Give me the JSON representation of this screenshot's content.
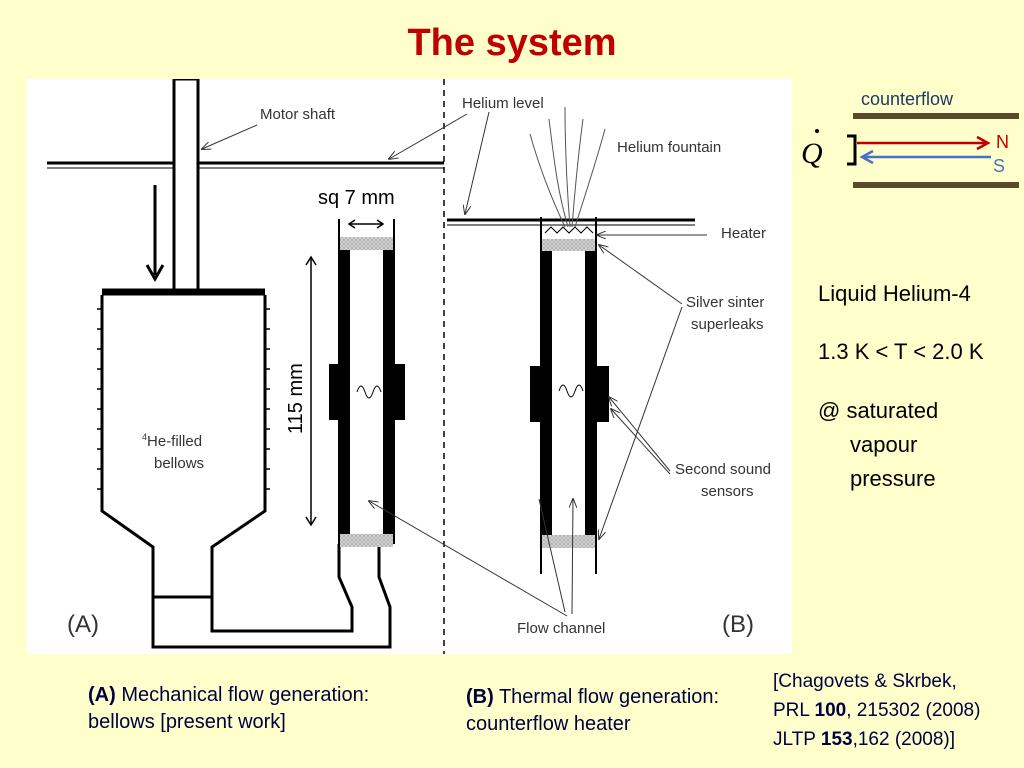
{
  "slide": {
    "title": "The system"
  },
  "diagram": {
    "motor_shaft": "Motor shaft",
    "helium_level": "Helium level",
    "helium_fountain": "Helium fountain",
    "heater": "Heater",
    "silver_sinter_line1": "Silver sinter",
    "silver_sinter_line2": "superleaks",
    "second_sound_line1": "Second sound",
    "second_sound_line2": "sensors",
    "flow_channel": "Flow channel",
    "bellows_sup": "4",
    "bellows_line1": "He-filled",
    "bellows_line2": "bellows",
    "size_label": "sq 7 mm",
    "length_label": "115 mm",
    "panel_a": "(A)",
    "panel_b": "(B)"
  },
  "counterflow": {
    "title": "counterflow",
    "heat_symbol": "Q",
    "normal_label": "N",
    "super_label": "S",
    "colors": {
      "normal": "#c00000",
      "super": "#4472c4",
      "walls": "#5a4a2a",
      "title": "#1f3864"
    }
  },
  "info": {
    "line1": "Liquid Helium-4",
    "line2": "1.3 K < T < 2.0 K",
    "line3": "@ saturated",
    "line4": "vapour",
    "line5": "pressure"
  },
  "captions": {
    "a_prefix": "(A)",
    "a_text1": " Mechanical flow generation:",
    "a_text2": "bellows [present work]",
    "b_prefix": "(B)",
    "b_text1": " Thermal flow generation:",
    "b_text2": "counterflow heater"
  },
  "reference": {
    "line1": "[Chagovets & Skrbek,",
    "line2_a": "PRL ",
    "line2_b": "100",
    "line2_c": ", 215302 (2008)",
    "line3_a": "JLTP ",
    "line3_b": "153",
    "line3_c": ",162 (2008)]"
  }
}
